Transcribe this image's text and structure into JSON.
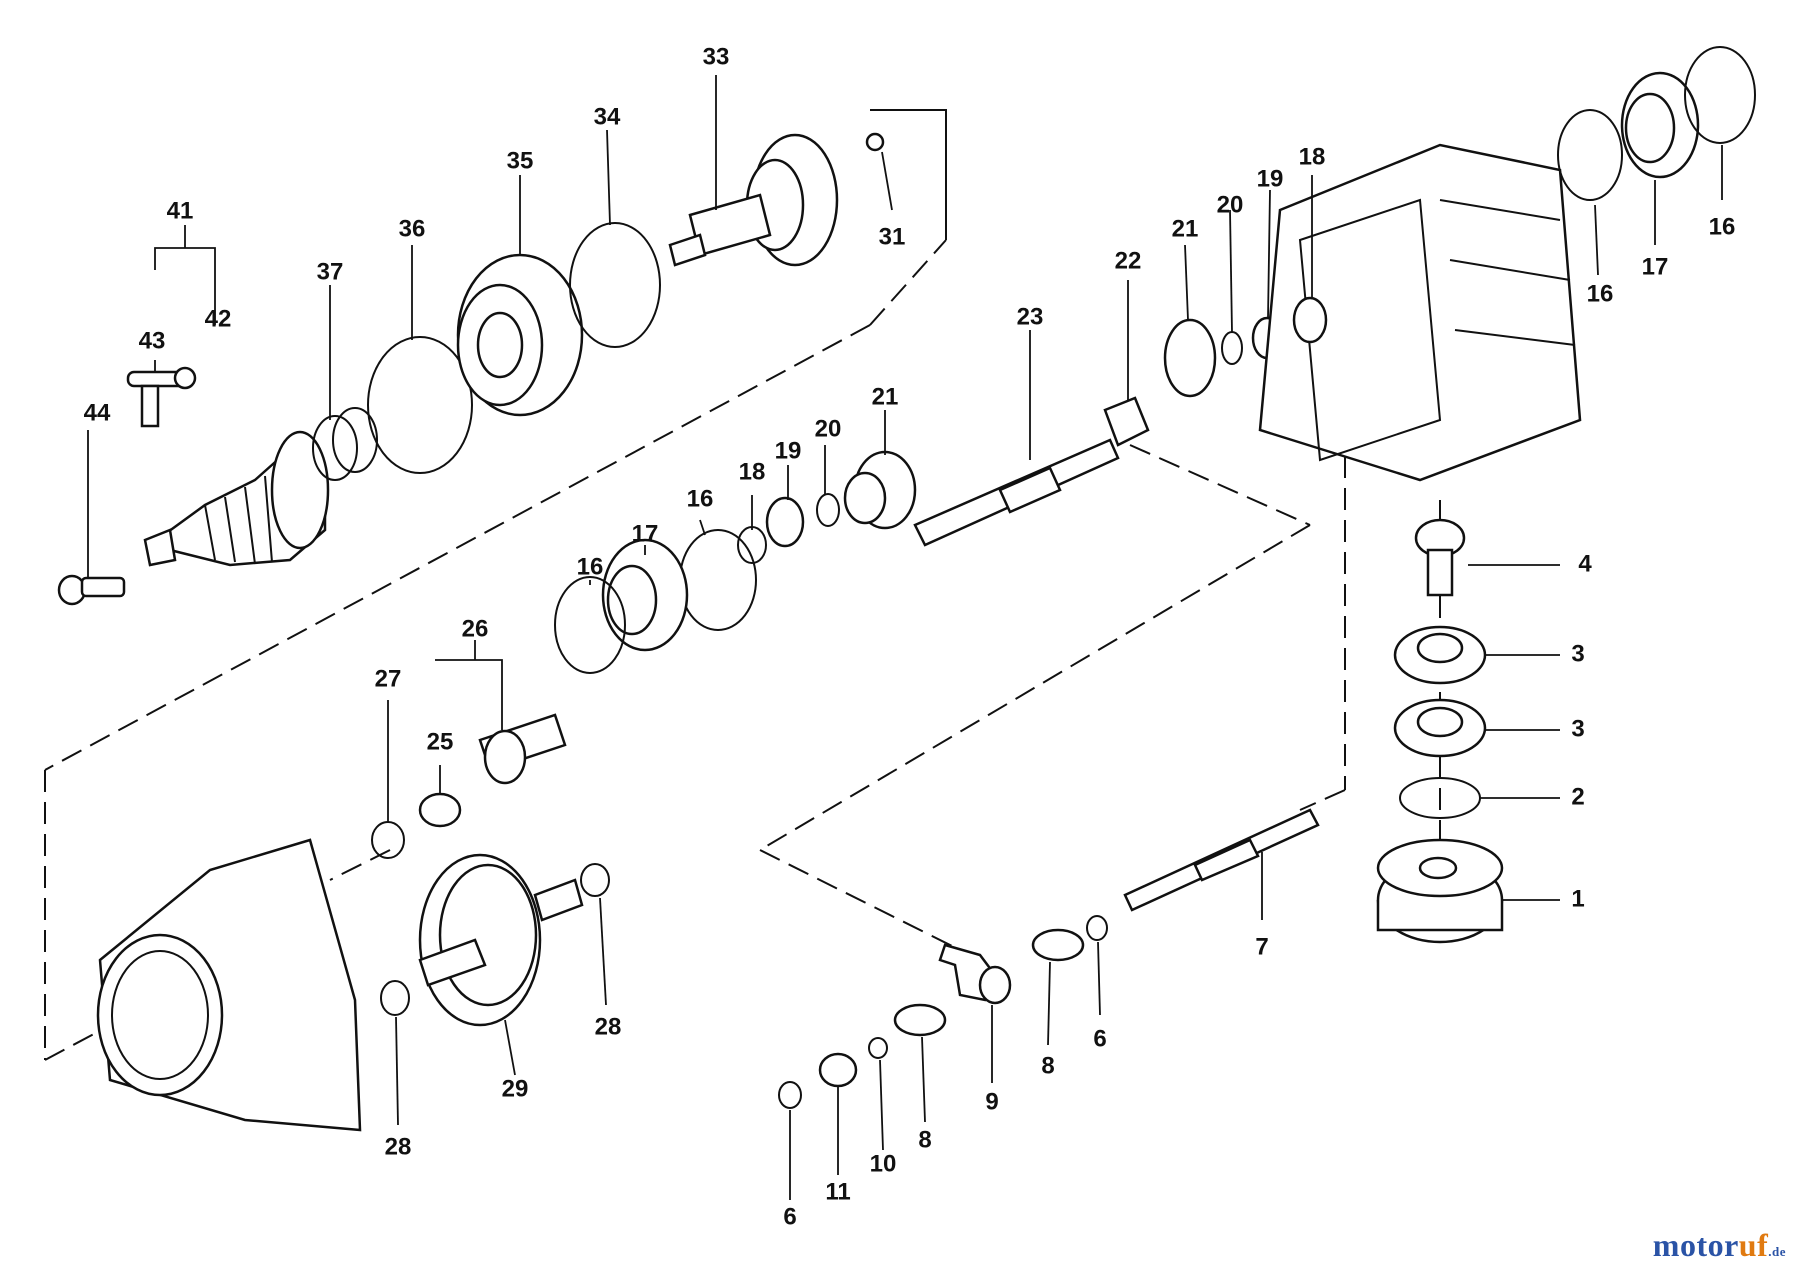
{
  "diagram": {
    "labels": {
      "l33": "33",
      "l34": "34",
      "l35": "35",
      "l36": "36",
      "l37": "37",
      "l41": "41",
      "l42": "42",
      "l43": "43",
      "l44": "44",
      "l31": "31",
      "l18a": "18",
      "l19a": "19",
      "l20a": "20",
      "l21a": "21",
      "l22": "22",
      "l23": "23",
      "l16a": "16",
      "l16b": "16",
      "l17a": "17",
      "l21b": "21",
      "l20b": "20",
      "l19b": "19",
      "l18b": "18",
      "l16c": "16",
      "l17b": "17",
      "l16d": "16",
      "l26": "26",
      "l27": "27",
      "l25": "25",
      "l4": "4",
      "l3a": "3",
      "l3b": "3",
      "l2": "2",
      "l1": "1",
      "l7": "7",
      "l6a": "6",
      "l8a": "8",
      "l9": "9",
      "l8b": "8",
      "l10": "10",
      "l11": "11",
      "l6b": "6",
      "l28a": "28",
      "l28b": "28",
      "l29": "29"
    }
  },
  "watermark": {
    "part1": "motor",
    "part2": "uf",
    "part3": ".de"
  }
}
